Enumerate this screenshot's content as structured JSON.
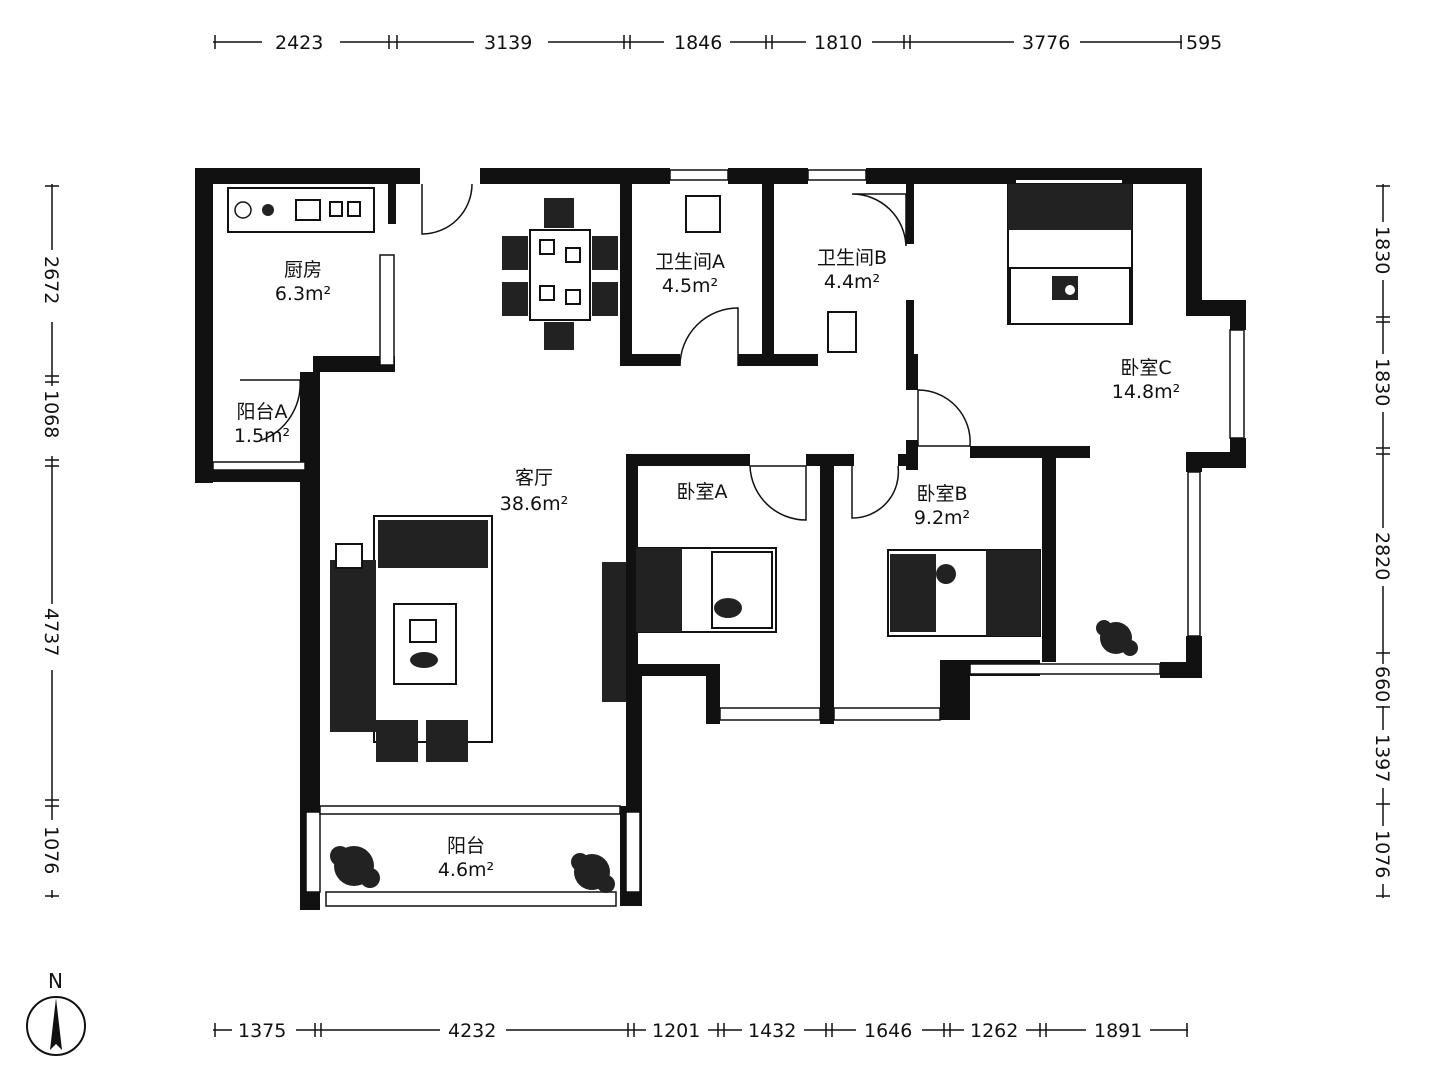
{
  "rooms": {
    "kitchen": {
      "name": "厨房",
      "area": "6.3m²"
    },
    "balcony_a": {
      "name": "阳台A",
      "area": "1.5m²"
    },
    "bath_a": {
      "name": "卫生间A",
      "area": "4.5m²"
    },
    "bath_b": {
      "name": "卫生间B",
      "area": "4.4m²"
    },
    "bedroom_c": {
      "name": "卧室C",
      "area": "14.8m²"
    },
    "living": {
      "name": "客厅",
      "area": "38.6m²"
    },
    "bedroom_a": {
      "name": "卧室A",
      "area": ""
    },
    "bedroom_b": {
      "name": "卧室B",
      "area": "9.2m²"
    },
    "balcony": {
      "name": "阳台",
      "area": "4.6m²"
    }
  },
  "dimensions": {
    "top": [
      "2423",
      "3139",
      "1846",
      "1810",
      "3776",
      "595"
    ],
    "bottom": [
      "1375",
      "4232",
      "1201",
      "1432",
      "1646",
      "1262",
      "1891"
    ],
    "left": [
      "2672",
      "1068",
      "4737",
      "1076"
    ],
    "right": [
      "1830",
      "1830",
      "2820",
      "660",
      "1397",
      "1076"
    ]
  },
  "compass": {
    "label": "N"
  }
}
